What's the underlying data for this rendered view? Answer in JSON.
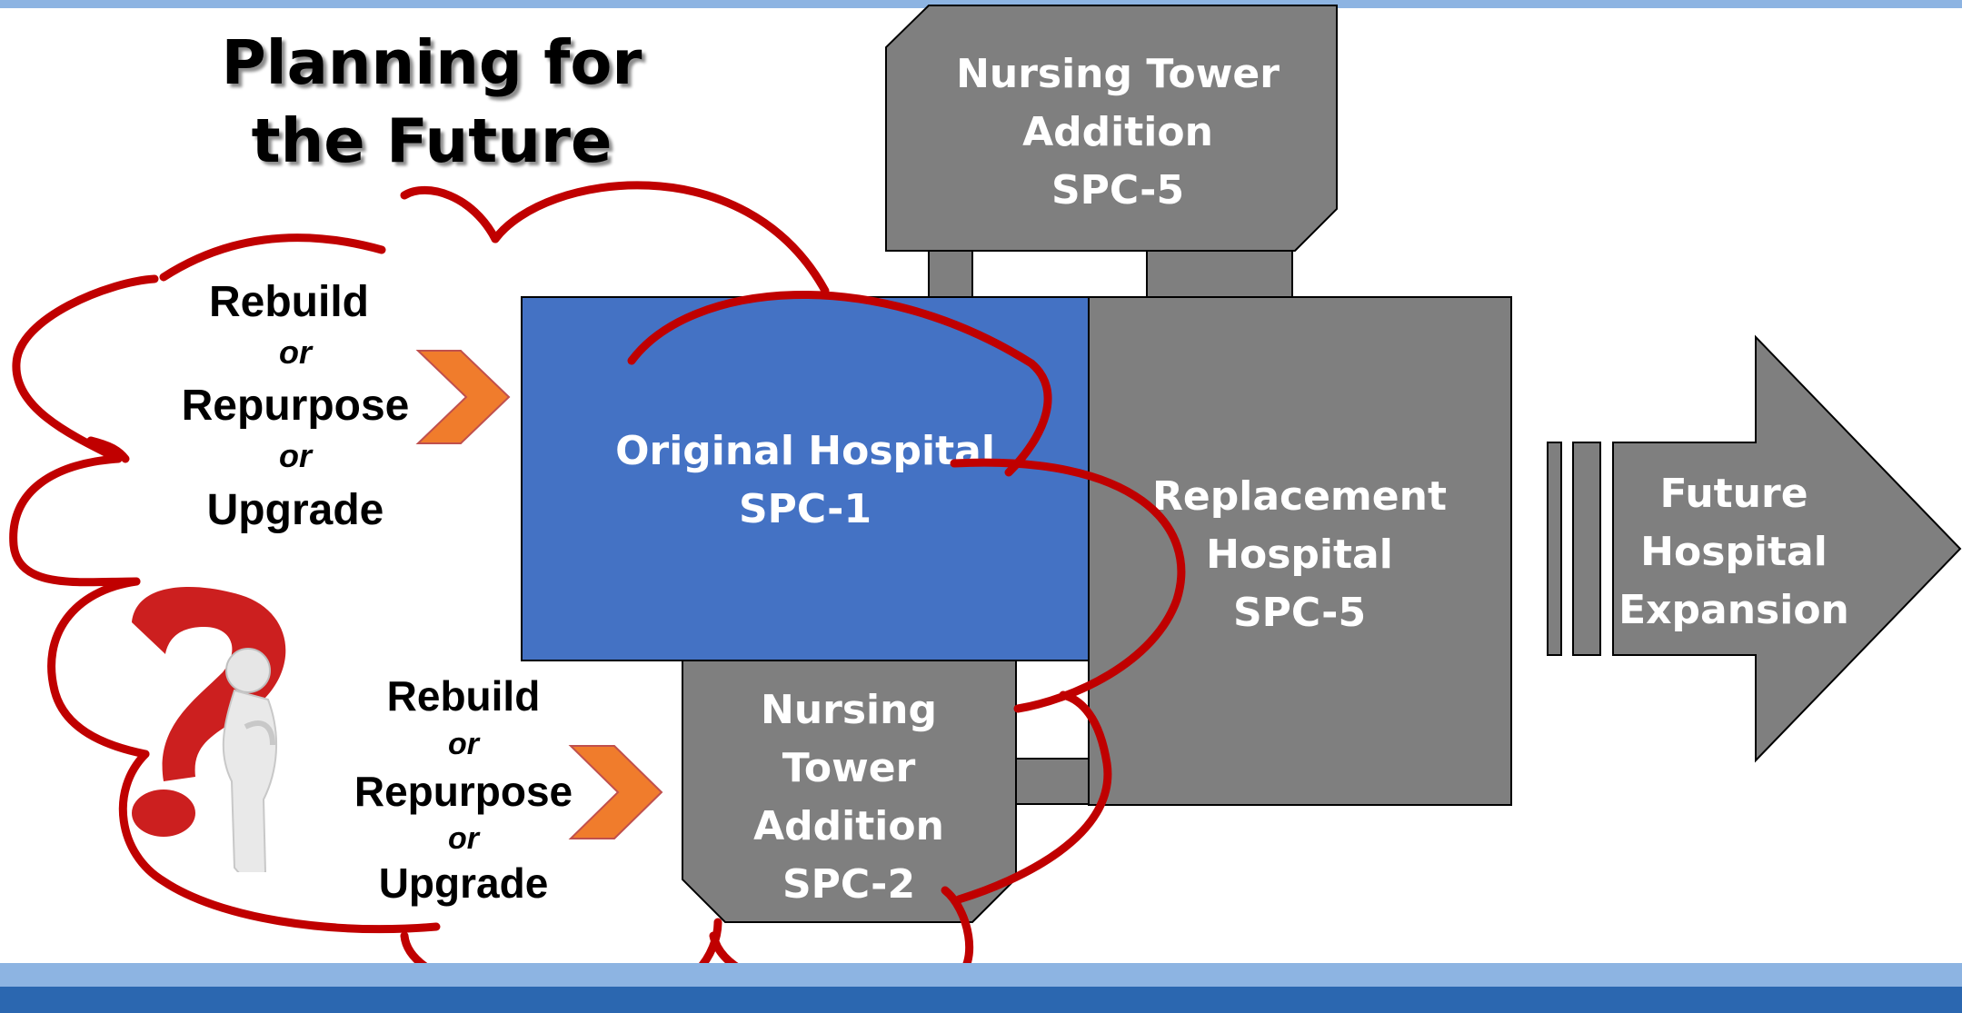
{
  "title": {
    "line1": "Planning for",
    "line2": "the Future"
  },
  "boxes": {
    "nursing_tower_top": {
      "line1": "Nursing Tower",
      "line2": "Addition",
      "line3": "SPC-5"
    },
    "original_hospital": {
      "line1": "Original Hospital",
      "line2": "SPC-1"
    },
    "replacement_hospital": {
      "line1": "Replacement",
      "line2": "Hospital",
      "line3": "SPC-5"
    },
    "nursing_tower_bottom": {
      "line1": "Nursing",
      "line2": "Tower",
      "line3": "Addition",
      "line4": "SPC-2"
    },
    "future_expansion": {
      "line1": "Future",
      "line2": "Hospital",
      "line3": "Expansion"
    }
  },
  "cloud_upper": {
    "line1": "Rebuild",
    "line2": "or",
    "line3": "Repurpose",
    "line4": "or",
    "line5": "Upgrade"
  },
  "cloud_lower": {
    "line1": "Rebuild",
    "line2": "or",
    "line3": "Repurpose",
    "line4": "or",
    "line5": "Upgrade"
  },
  "colors": {
    "gray_box": "#7f7f7f",
    "blue_box": "#4472c4",
    "cloud_outline": "#c00000",
    "chevron": "#f07c2c",
    "question_mark": "#cc1f1f",
    "top_bar": "#8db4e2",
    "bottom_bar": "#2b67b0"
  },
  "icons": {
    "thinking_figure": "person-with-question-mark-icon",
    "chevron": "chevron-right-icon"
  }
}
